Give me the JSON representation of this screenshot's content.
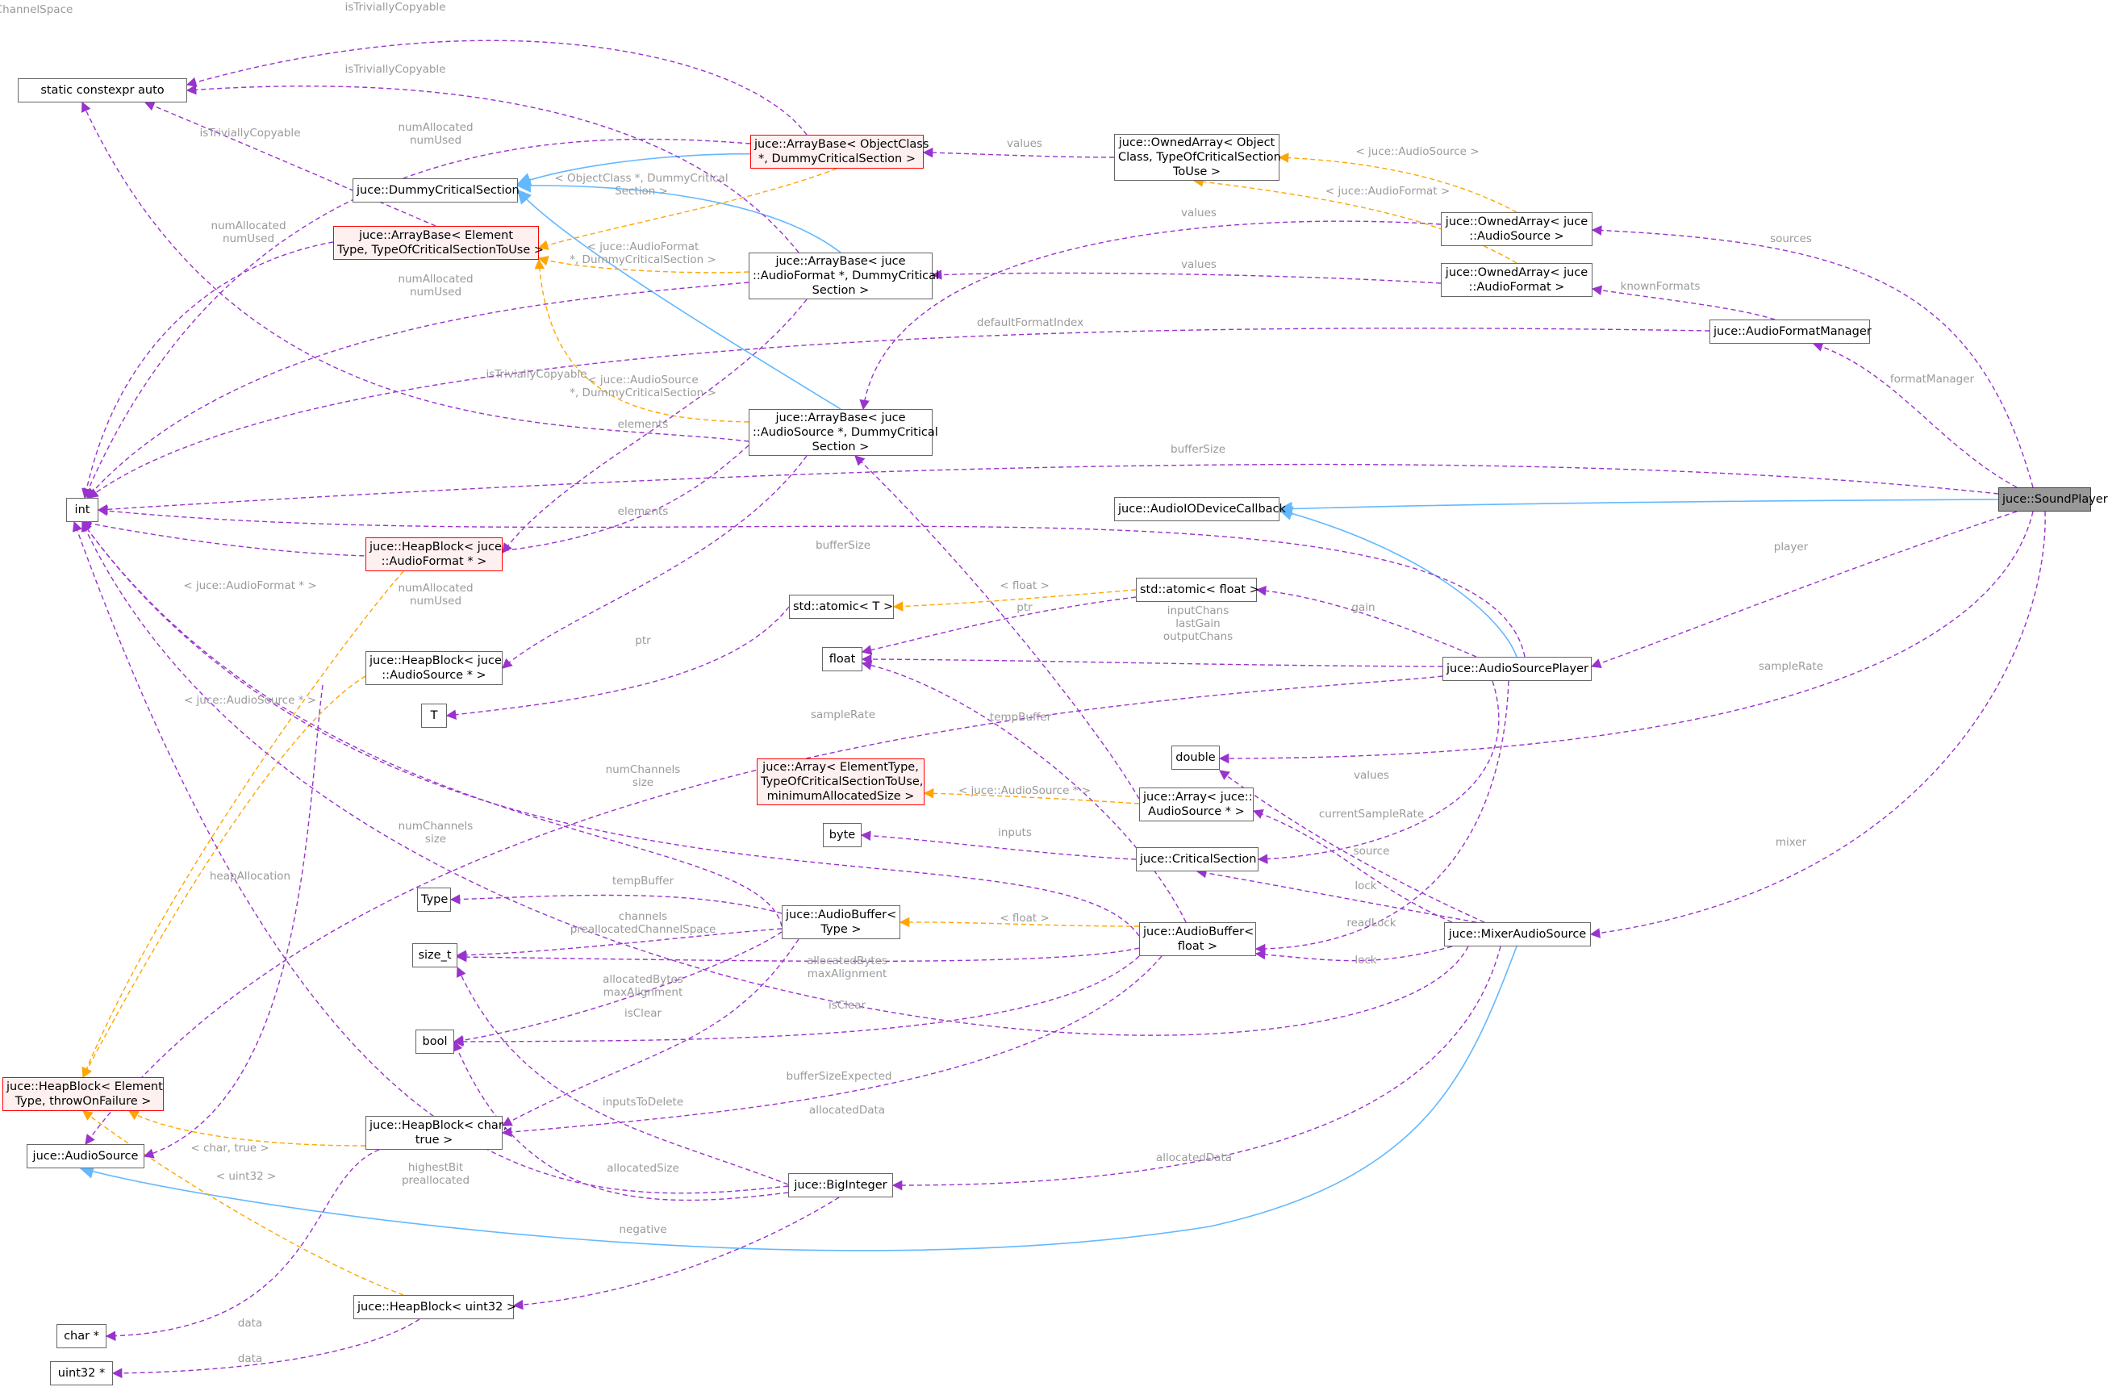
{
  "nodes": [
    {
      "id": "sce",
      "lines": [
        "static constexpr auto"
      ]
    },
    {
      "id": "abOC",
      "lines": [
        "juce::ArrayBase< ObjectClass",
        "*, DummyCriticalSection >"
      ],
      "style": "red"
    },
    {
      "id": "oaOC",
      "lines": [
        "juce::OwnedArray< Object",
        "Class, TypeOfCriticalSection",
        "ToUse >"
      ]
    },
    {
      "id": "dcs",
      "lines": [
        "juce::DummyCriticalSection"
      ]
    },
    {
      "id": "abET",
      "lines": [
        "juce::ArrayBase< Element",
        "Type, TypeOfCriticalSectionToUse >"
      ],
      "style": "red"
    },
    {
      "id": "abAF",
      "lines": [
        "juce::ArrayBase< juce",
        "::AudioFormat *, DummyCritical",
        "Section >"
      ]
    },
    {
      "id": "oaAS",
      "lines": [
        "juce::OwnedArray< juce",
        "::AudioSource >"
      ]
    },
    {
      "id": "oaAF",
      "lines": [
        "juce::OwnedArray< juce",
        "::AudioFormat >"
      ]
    },
    {
      "id": "afm",
      "lines": [
        "juce::AudioFormatManager"
      ]
    },
    {
      "id": "abAS",
      "lines": [
        "juce::ArrayBase< juce",
        "::AudioSource *, DummyCritical",
        "Section >"
      ]
    },
    {
      "id": "int",
      "lines": [
        "int"
      ]
    },
    {
      "id": "sp",
      "lines": [
        "juce::SoundPlayer"
      ],
      "style": "root"
    },
    {
      "id": "aiodc",
      "lines": [
        "juce::AudioIODeviceCallback"
      ]
    },
    {
      "id": "hbAF",
      "lines": [
        "juce::HeapBlock< juce",
        "::AudioFormat * >"
      ],
      "style": "red"
    },
    {
      "id": "atomT",
      "lines": [
        "std::atomic< T >"
      ]
    },
    {
      "id": "atomF",
      "lines": [
        "std::atomic< float >"
      ]
    },
    {
      "id": "float",
      "lines": [
        "float"
      ]
    },
    {
      "id": "asp",
      "lines": [
        "juce::AudioSourcePlayer"
      ]
    },
    {
      "id": "hbAS",
      "lines": [
        "juce::HeapBlock< juce",
        "::AudioSource * >"
      ]
    },
    {
      "id": "T",
      "lines": [
        "T"
      ]
    },
    {
      "id": "double",
      "lines": [
        "double"
      ]
    },
    {
      "id": "arrET",
      "lines": [
        "juce::Array< ElementType,",
        "TypeOfCriticalSectionToUse,",
        "minimumAllocatedSize >"
      ],
      "style": "red"
    },
    {
      "id": "arrAS",
      "lines": [
        "juce::Array< juce::",
        "AudioSource * >"
      ]
    },
    {
      "id": "byte",
      "lines": [
        "byte"
      ]
    },
    {
      "id": "cs",
      "lines": [
        "juce::CriticalSection"
      ]
    },
    {
      "id": "type",
      "lines": [
        "Type"
      ]
    },
    {
      "id": "abT",
      "lines": [
        "juce::AudioBuffer<",
        "Type >"
      ]
    },
    {
      "id": "abF",
      "lines": [
        "juce::AudioBuffer<",
        "float >"
      ]
    },
    {
      "id": "mas",
      "lines": [
        "juce::MixerAudioSource"
      ]
    },
    {
      "id": "sizet",
      "lines": [
        "size_t"
      ]
    },
    {
      "id": "bool",
      "lines": [
        "bool"
      ]
    },
    {
      "id": "hbET",
      "lines": [
        "juce::HeapBlock< Element",
        "Type, throwOnFailure >"
      ],
      "style": "red"
    },
    {
      "id": "as",
      "lines": [
        "juce::AudioSource"
      ]
    },
    {
      "id": "hbC",
      "lines": [
        "juce::HeapBlock< char,",
        "true >"
      ]
    },
    {
      "id": "bi",
      "lines": [
        "juce::BigInteger"
      ]
    },
    {
      "id": "hbU",
      "lines": [
        "juce::HeapBlock< uint32 >"
      ]
    },
    {
      "id": "charp",
      "lines": [
        "char *"
      ]
    },
    {
      "id": "u32p",
      "lines": [
        "uint32 *"
      ]
    }
  ],
  "edges": [
    {
      "from": "sp",
      "to": "aiodc",
      "kind": "inherit"
    },
    {
      "from": "asp",
      "to": "aiodc",
      "kind": "inherit"
    },
    {
      "from": "mas",
      "to": "as",
      "kind": "inherit"
    },
    {
      "from": "abOC",
      "to": "dcs",
      "kind": "inherit"
    },
    {
      "from": "abAF",
      "to": "dcs",
      "kind": "inherit"
    },
    {
      "from": "abAS",
      "to": "dcs",
      "kind": "inherit"
    },
    {
      "from": "abOC",
      "to": "abET",
      "kind": "template",
      "label": [
        "< ObjectClass *, DummyCritical",
        "Section >"
      ]
    },
    {
      "from": "abAF",
      "to": "abET",
      "kind": "template",
      "label": [
        "< juce::AudioFormat",
        "*, DummyCriticalSection >"
      ]
    },
    {
      "from": "abAS",
      "to": "abET",
      "kind": "template",
      "label": [
        "< juce::AudioSource",
        "*, DummyCriticalSection >"
      ]
    },
    {
      "from": "oaAS",
      "to": "oaOC",
      "kind": "template",
      "label": [
        "< juce::AudioSource >"
      ]
    },
    {
      "from": "oaAF",
      "to": "oaOC",
      "kind": "template",
      "label": [
        "< juce::AudioFormat >"
      ]
    },
    {
      "from": "atomF",
      "to": "atomT",
      "kind": "template",
      "label": [
        "< float >"
      ]
    },
    {
      "from": "arrAS",
      "to": "arrET",
      "kind": "template",
      "label": [
        "< juce::AudioSource * >"
      ]
    },
    {
      "from": "abF",
      "to": "abT",
      "kind": "template",
      "label": [
        "< float >"
      ]
    },
    {
      "from": "hbAF",
      "to": "hbET",
      "kind": "template",
      "label": [
        "< juce::AudioFormat * >"
      ]
    },
    {
      "from": "hbAS",
      "to": "hbET",
      "kind": "template",
      "label": [
        "< juce::AudioSource * >"
      ]
    },
    {
      "from": "hbC",
      "to": "hbET",
      "kind": "template",
      "label": [
        "< char, true >"
      ]
    },
    {
      "from": "hbU",
      "to": "hbET",
      "kind": "template",
      "label": [
        "< uint32 >"
      ]
    },
    {
      "from": "abOC",
      "to": "sce",
      "kind": "usage",
      "label": [
        "isTriviallyCopyable"
      ]
    },
    {
      "from": "abAF",
      "to": "sce",
      "kind": "usage",
      "label": [
        "isTriviallyCopyable"
      ]
    },
    {
      "from": "abET",
      "to": "sce",
      "kind": "usage",
      "label": [
        "isTriviallyCopyable"
      ]
    },
    {
      "from": "abAS",
      "to": "sce",
      "kind": "usage",
      "label": [
        "isTriviallyCopyable"
      ]
    },
    {
      "from": "abOC",
      "to": "int",
      "kind": "usage",
      "label": [
        "numAllocated",
        "numUsed"
      ]
    },
    {
      "from": "abET",
      "to": "int",
      "kind": "usage",
      "label": [
        "numAllocated",
        "numUsed"
      ]
    },
    {
      "from": "abAF",
      "to": "int",
      "kind": "usage",
      "label": [
        "numAllocated",
        "numUsed"
      ]
    },
    {
      "from": "abAS",
      "to": "int",
      "kind": "usage",
      "label": [
        "numAllocated",
        "numUsed"
      ]
    },
    {
      "from": "afm",
      "to": "int",
      "kind": "usage",
      "label": [
        "defaultFormatIndex"
      ]
    },
    {
      "from": "sp",
      "to": "int",
      "kind": "usage",
      "label": [
        "bufferSize"
      ]
    },
    {
      "from": "asp",
      "to": "int",
      "kind": "usage",
      "label": [
        "bufferSize"
      ]
    },
    {
      "from": "abT",
      "to": "int",
      "kind": "usage",
      "label": [
        "numChannels",
        "size"
      ]
    },
    {
      "from": "abF",
      "to": "int",
      "kind": "usage",
      "label": [
        "numChannels",
        "size"
      ]
    },
    {
      "from": "mas",
      "to": "int",
      "kind": "usage",
      "label": [
        "bufferSizeExpected"
      ]
    },
    {
      "from": "bi",
      "to": "int",
      "kind": "usage",
      "label": [
        "highestBit",
        "preallocated"
      ]
    },
    {
      "from": "oaOC",
      "to": "abOC",
      "kind": "usage",
      "label": [
        "values"
      ]
    },
    {
      "from": "oaAS",
      "to": "abAS",
      "kind": "usage",
      "label": [
        "values"
      ]
    },
    {
      "from": "oaAF",
      "to": "abAF",
      "kind": "usage",
      "label": [
        "values"
      ]
    },
    {
      "from": "afm",
      "to": "oaAF",
      "kind": "usage",
      "label": [
        "knownFormats"
      ]
    },
    {
      "from": "sp",
      "to": "oaAS",
      "kind": "usage",
      "label": [
        "sources"
      ]
    },
    {
      "from": "sp",
      "to": "afm",
      "kind": "usage",
      "label": [
        "formatManager"
      ]
    },
    {
      "from": "sp",
      "to": "asp",
      "kind": "usage",
      "label": [
        "player"
      ]
    },
    {
      "from": "sp",
      "to": "double",
      "kind": "usage",
      "label": [
        "sampleRate"
      ]
    },
    {
      "from": "sp",
      "to": "mas",
      "kind": "usage",
      "label": [
        "mixer"
      ]
    },
    {
      "from": "abAF",
      "to": "hbAF",
      "kind": "usage",
      "label": [
        "elements"
      ]
    },
    {
      "from": "abAS",
      "to": "hbAS",
      "kind": "usage",
      "label": [
        "elements"
      ]
    },
    {
      "from": "asp",
      "to": "atomF",
      "kind": "usage",
      "label": [
        "gain"
      ]
    },
    {
      "from": "asp",
      "to": "float",
      "kind": "usage",
      "label": [
        "channels",
        "inputChans",
        "lastGain",
        "outputChans"
      ]
    },
    {
      "from": "atomF",
      "to": "float",
      "kind": "usage",
      "label": [
        "ptr"
      ]
    },
    {
      "from": "atomT",
      "to": "T",
      "kind": "usage",
      "label": [
        "ptr"
      ]
    },
    {
      "from": "asp",
      "to": "double",
      "kind": "usage",
      "label": [
        "sampleRate"
      ]
    },
    {
      "from": "asp",
      "to": "as",
      "kind": "usage",
      "label": [
        "source"
      ]
    },
    {
      "from": "asp",
      "to": "cs",
      "kind": "usage",
      "label": [
        "readLock"
      ]
    },
    {
      "from": "asp",
      "to": "abF",
      "kind": "usage",
      "label": [
        "tempBuffer"
      ]
    },
    {
      "from": "abF",
      "to": "float",
      "kind": "usage",
      "label": [
        "channels",
        "preallocatedChannelSpace"
      ]
    },
    {
      "from": "arrAS",
      "to": "abAS",
      "kind": "usage",
      "label": [
        "values"
      ]
    },
    {
      "from": "mas",
      "to": "double",
      "kind": "usage",
      "label": [
        "currentSampleRate"
      ]
    },
    {
      "from": "mas",
      "to": "arrAS",
      "kind": "usage",
      "label": [
        "inputs"
      ]
    },
    {
      "from": "cs",
      "to": "byte",
      "kind": "usage",
      "label": [
        "lock"
      ]
    },
    {
      "from": "mas",
      "to": "cs",
      "kind": "usage",
      "label": [
        "lock"
      ]
    },
    {
      "from": "mas",
      "to": "abF",
      "kind": "usage",
      "label": [
        "tempBuffer"
      ]
    },
    {
      "from": "abT",
      "to": "type",
      "kind": "usage",
      "label": [
        "channels",
        "preallocatedChannelSpace"
      ]
    },
    {
      "from": "abT",
      "to": "sizet",
      "kind": "usage",
      "label": [
        "allocatedBytes",
        "maxAlignment"
      ]
    },
    {
      "from": "abF",
      "to": "sizet",
      "kind": "usage",
      "label": [
        "allocatedBytes",
        "maxAlignment"
      ]
    },
    {
      "from": "abT",
      "to": "bool",
      "kind": "usage",
      "label": [
        "isClear"
      ]
    },
    {
      "from": "abF",
      "to": "bool",
      "kind": "usage",
      "label": [
        "isClear"
      ]
    },
    {
      "from": "abT",
      "to": "hbC",
      "kind": "usage",
      "label": [
        "allocatedData"
      ]
    },
    {
      "from": "abF",
      "to": "hbC",
      "kind": "usage",
      "label": [
        "allocatedData"
      ]
    },
    {
      "from": "mas",
      "to": "bi",
      "kind": "usage",
      "label": [
        "inputsToDelete"
      ]
    },
    {
      "from": "bi",
      "to": "sizet",
      "kind": "usage",
      "label": [
        "allocatedSize"
      ]
    },
    {
      "from": "bi",
      "to": "bool",
      "kind": "usage",
      "label": [
        "negative"
      ]
    },
    {
      "from": "bi",
      "to": "hbU",
      "kind": "usage",
      "label": [
        "heapAllocation"
      ]
    },
    {
      "from": "hbAS",
      "to": "as",
      "kind": "usage",
      "label": [
        "data"
      ]
    },
    {
      "from": "hbC",
      "to": "charp",
      "kind": "usage",
      "label": [
        "data"
      ]
    },
    {
      "from": "hbU",
      "to": "u32p",
      "kind": "usage",
      "label": [
        "data"
      ]
    }
  ],
  "colors": {
    "usage": "#9a32cd",
    "inherit": "#63b8ff",
    "template": "#ffa500",
    "label": "#9a9a9a",
    "node_border": "#666666",
    "highlight_border": "#ff0000",
    "highlight_fill": "#fff0f0",
    "root_fill": "#999999"
  }
}
